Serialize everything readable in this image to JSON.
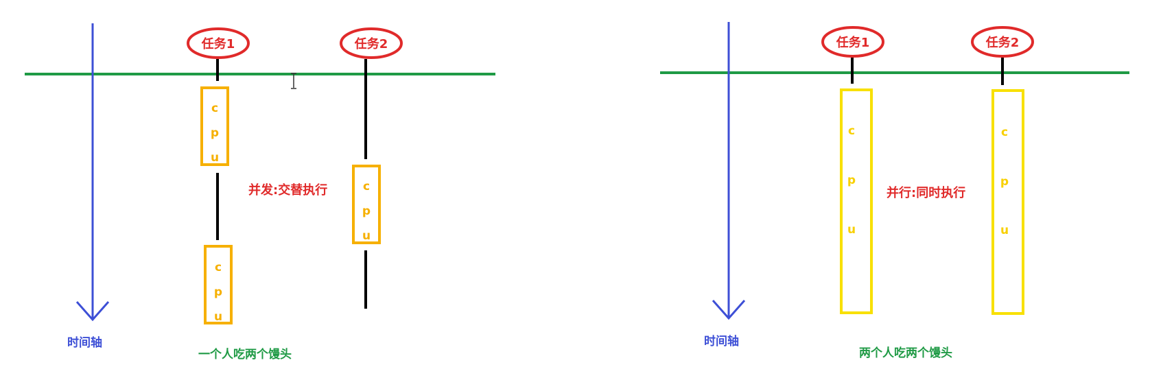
{
  "colors": {
    "timeline": "#3d4fd6",
    "baseline": "#1f9a45",
    "task_ellipse": "#e02a2a",
    "concurrent_cpu": "#f6b000",
    "parallel_cpu": "#f8e000",
    "caption_green": "#1f9a45",
    "note_red": "#e02a2a"
  },
  "left": {
    "task1": "任务1",
    "task2": "任务2",
    "cpu_letters": [
      "c",
      "p",
      "u"
    ],
    "note": "并发:交替执行",
    "axis_label": "时间轴",
    "caption": "一个人吃两个馒头"
  },
  "right": {
    "task1": "任务1",
    "task2": "任务2",
    "cpu_letters": [
      "c",
      "p",
      "u"
    ],
    "note": "并行:同时执行",
    "axis_label": "时间轴",
    "caption": "两个人吃两个馒头"
  },
  "icons": {
    "cursor": "text-cursor-icon"
  }
}
